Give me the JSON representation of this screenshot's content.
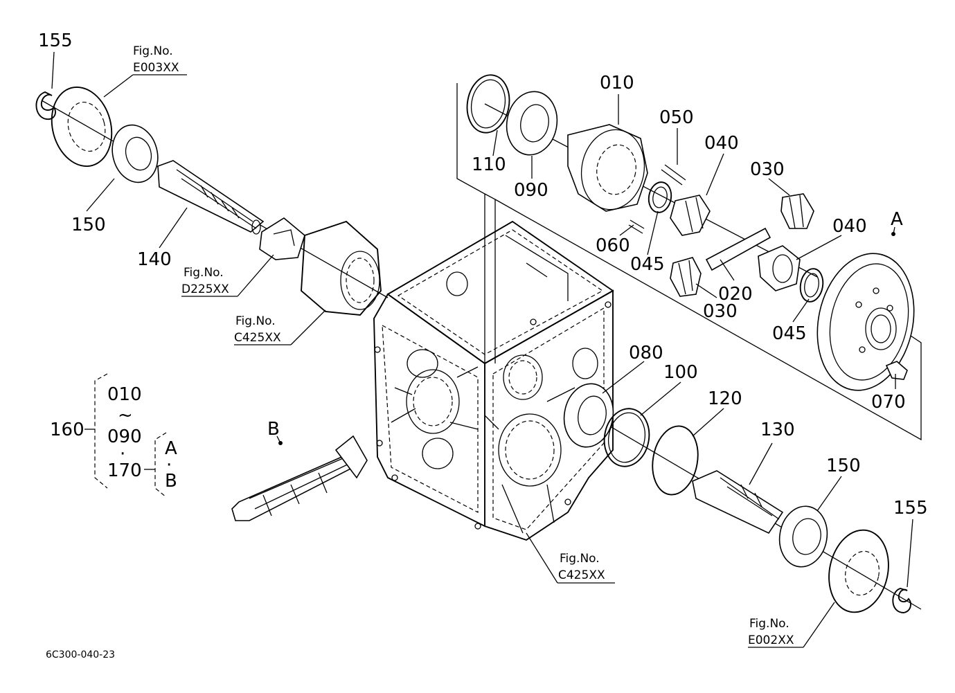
{
  "parts": {
    "p155_top": "155",
    "p150_top": "150",
    "p140": "140",
    "p110": "110",
    "p090_top": "090",
    "p010": "010",
    "p050": "050",
    "p040_top": "040",
    "p030_top": "030",
    "p060": "060",
    "p045_left": "045",
    "p020": "020",
    "p030_bottom": "030",
    "p040_right": "040",
    "p045_right": "045",
    "pA": "A",
    "p070": "070",
    "p080": "080",
    "p100": "100",
    "p120": "120",
    "p130": "130",
    "p150_bottom": "150",
    "p155_bottom": "155",
    "pB": "B"
  },
  "figure_refs": {
    "e003_label": "Fig.No.",
    "e003_code": "E003XX",
    "d225_label": "Fig.No.",
    "d225_code": "D225XX",
    "c425_upper_label": "Fig.No.",
    "c425_upper_code": "C425XX",
    "c425_lower_label": "Fig.No.",
    "c425_lower_code": "C425XX",
    "e002_label": "Fig.No.",
    "e002_code": "E002XX"
  },
  "assembly": {
    "main_no": "160",
    "range_start": "010",
    "range_tilde": "~",
    "range_end": "090",
    "range_dot": "·",
    "extra_no": "170",
    "sub_a": "A",
    "sub_dot": "·",
    "sub_b": "B"
  },
  "footer": {
    "drawing_code": "6C300-040-23"
  }
}
